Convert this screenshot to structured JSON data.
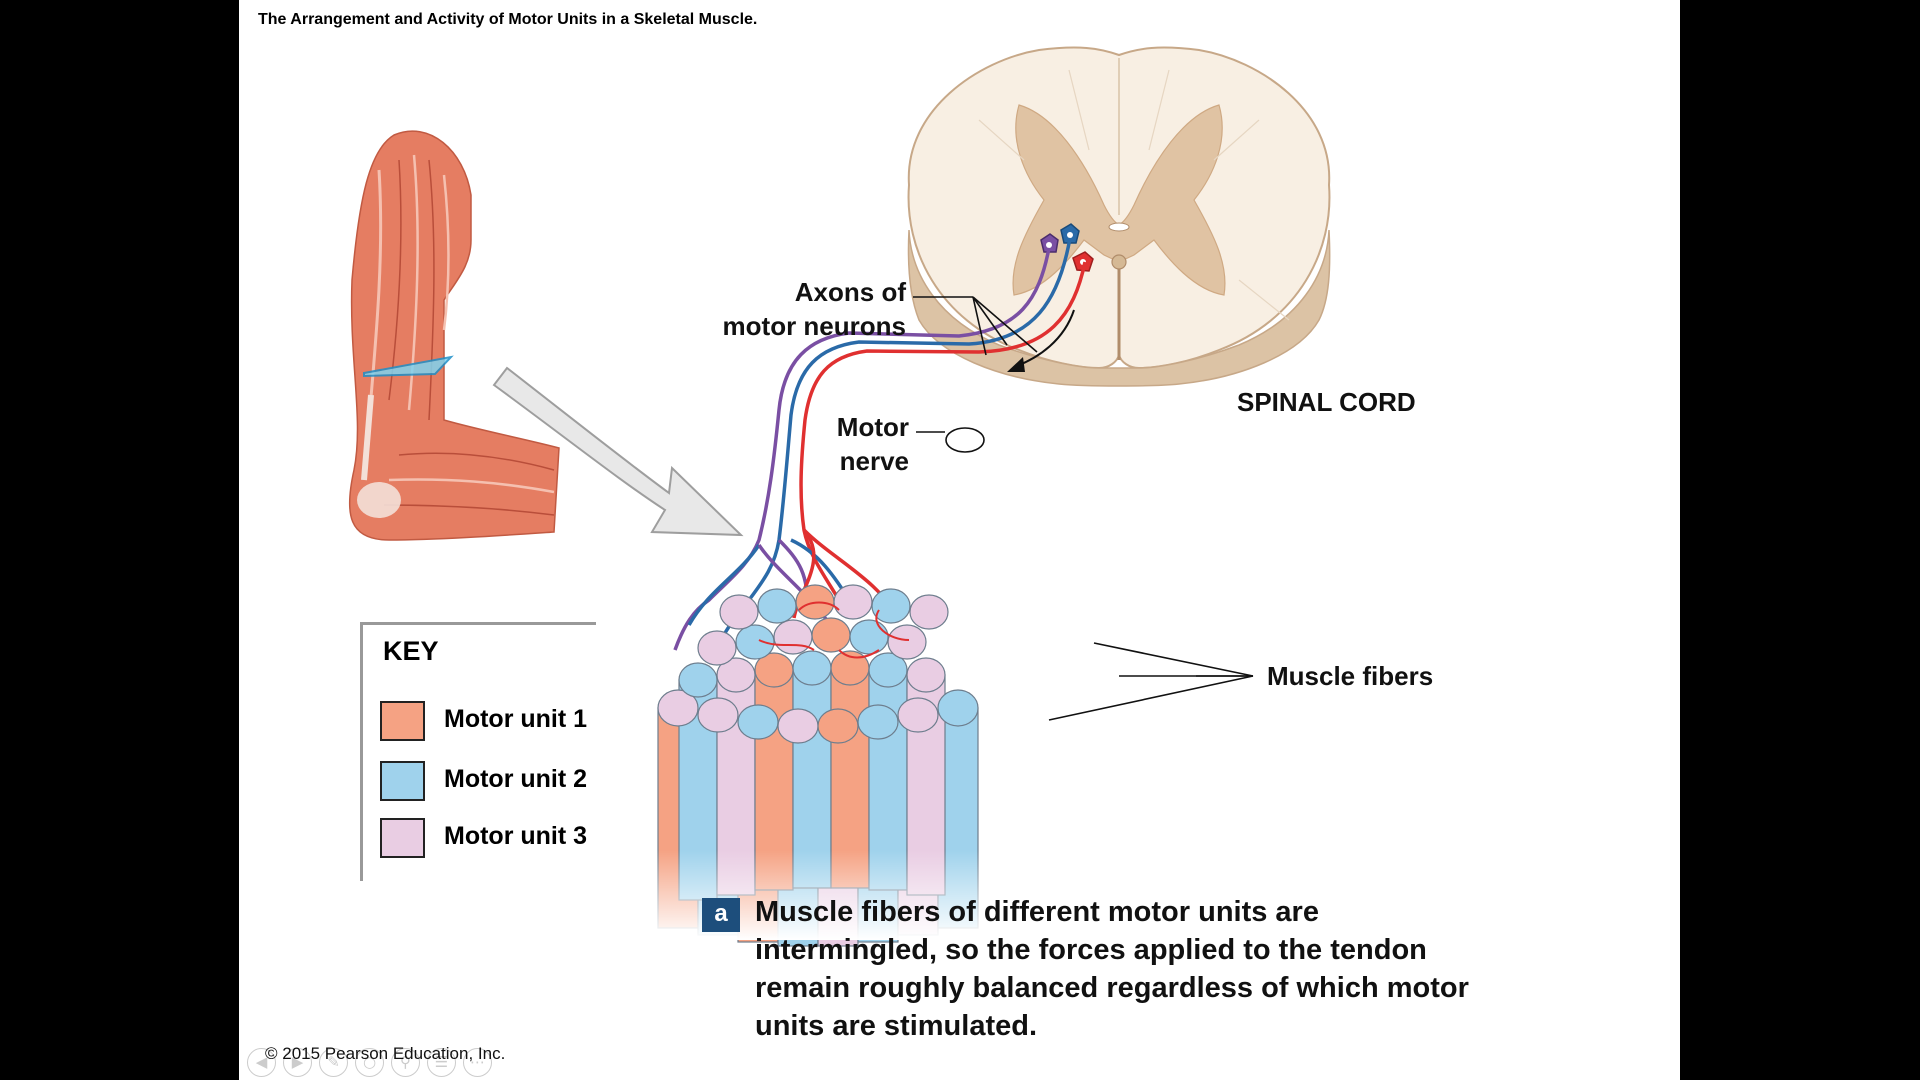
{
  "slide": {
    "title": "The Arrangement and Activity of Motor Units in a Skeletal Muscle."
  },
  "labels": {
    "axons": "Axons of\nmotor neurons",
    "motor_nerve": "Motor\nnerve",
    "spinal_cord": "SPINAL CORD",
    "muscle_fibers": "Muscle fibers"
  },
  "key": {
    "title": "KEY",
    "items": [
      {
        "label": "Motor unit 1",
        "color": "#f5a283"
      },
      {
        "label": "Motor unit 2",
        "color": "#9fd2ec"
      },
      {
        "label": "Motor unit 3",
        "color": "#e9cde3"
      }
    ]
  },
  "caption": {
    "badge": "a",
    "text": "Muscle fibers of different motor units are intermingled, so the forces applied to the tendon remain roughly balanced regardless of which motor units are stimulated."
  },
  "footer": {
    "copyright": "© 2015 Pearson Education, Inc."
  },
  "colors": {
    "unit1_axon": "#e03030",
    "unit2_axon": "#2a6aa8",
    "unit3_axon": "#7a4fa3",
    "gray_matter": "#e0c3a3",
    "white_matter": "#f8efe3",
    "arm_muscle": "#e37f66",
    "badge": "#1d4e7c"
  },
  "toolbar": {
    "icons": [
      "back-icon",
      "forward-icon",
      "pen-icon",
      "pointer-icon",
      "zoom-icon",
      "menu-icon",
      "more-icon"
    ]
  }
}
